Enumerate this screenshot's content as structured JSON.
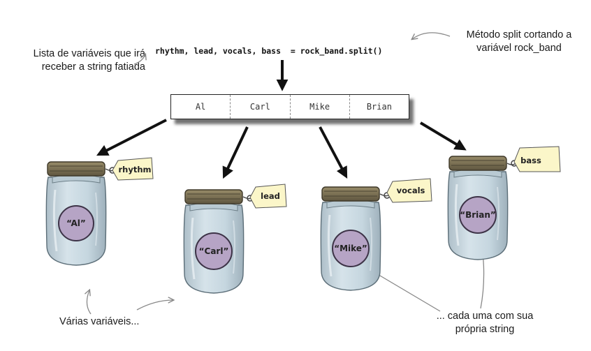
{
  "annotations": {
    "left": "Lista de variáveis que irá receber a string fatiada",
    "right": "Método split cortando a variável rock_band",
    "bottom_left": "Várias variáveis...",
    "bottom_right": "... cada uma com sua própria string"
  },
  "code": "rhythm, lead, vocals, bass  = rock_band.split()",
  "split_cells": [
    "Al",
    "Carl",
    "Mike",
    "Brian"
  ],
  "jars": [
    {
      "value": "“Al”",
      "tag": "rhythm"
    },
    {
      "value": "“Carl”",
      "tag": "lead"
    },
    {
      "value": "“Mike”",
      "tag": "vocals"
    },
    {
      "value": "“Brian”",
      "tag": "bass"
    }
  ],
  "colors": {
    "jar_glass": "#c9d9e1",
    "jar_lid": "#7e7456",
    "label_circle": "#b9a7c6",
    "tag": "#fbf6c9"
  }
}
